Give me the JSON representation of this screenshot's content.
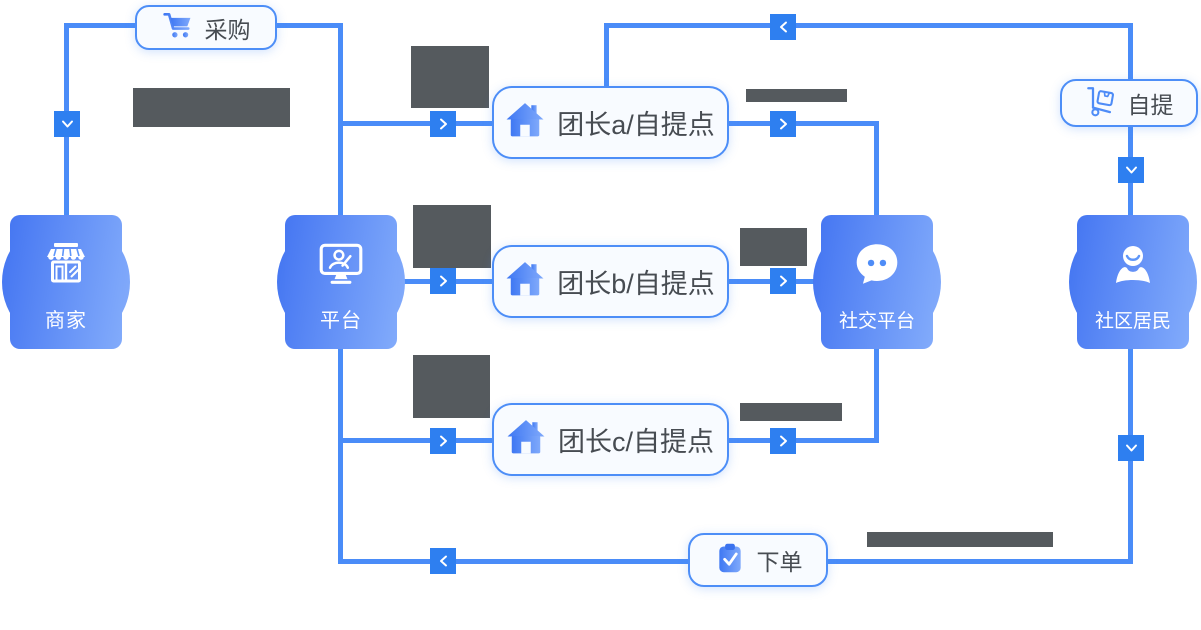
{
  "diagram": {
    "title_hint": "community group-buying flow",
    "nodes": {
      "merchant": {
        "label": "商家",
        "icon": "storefront-icon"
      },
      "platform": {
        "label": "平台",
        "icon": "monitor-user-icon"
      },
      "social": {
        "label": "社交平台",
        "icon": "chat-bubble-icon"
      },
      "residents": {
        "label": "社区居民",
        "icon": "person-smile-icon"
      }
    },
    "pickup_points": [
      {
        "label": "团长a/自提点",
        "icon": "house-icon"
      },
      {
        "label": "团长b/自提点",
        "icon": "house-icon"
      },
      {
        "label": "团长c/自提点",
        "icon": "house-icon"
      }
    ],
    "flow_labels": {
      "procure": "采购",
      "self_pickup": "自提",
      "place_order": "下单"
    },
    "icons": [
      "cart-icon",
      "house-icon",
      "trolley-icon",
      "clipboard-check-icon",
      "storefront-icon",
      "monitor-user-icon",
      "chat-bubble-icon",
      "person-smile-icon",
      "chevron-right-icon",
      "chevron-left-icon",
      "chevron-down-icon"
    ],
    "colors": {
      "line": "#4A8CF8",
      "arrow_badge": "#2E7FF0",
      "node_gradient_start": "#4677F2",
      "node_gradient_end": "#82ABFB",
      "pill_border": "#4D8EF7",
      "pill_background": "#F8FBFF",
      "pill_text": "#474C52",
      "redaction_block": "#555A5E",
      "canvas": "#FFFFFF"
    }
  }
}
